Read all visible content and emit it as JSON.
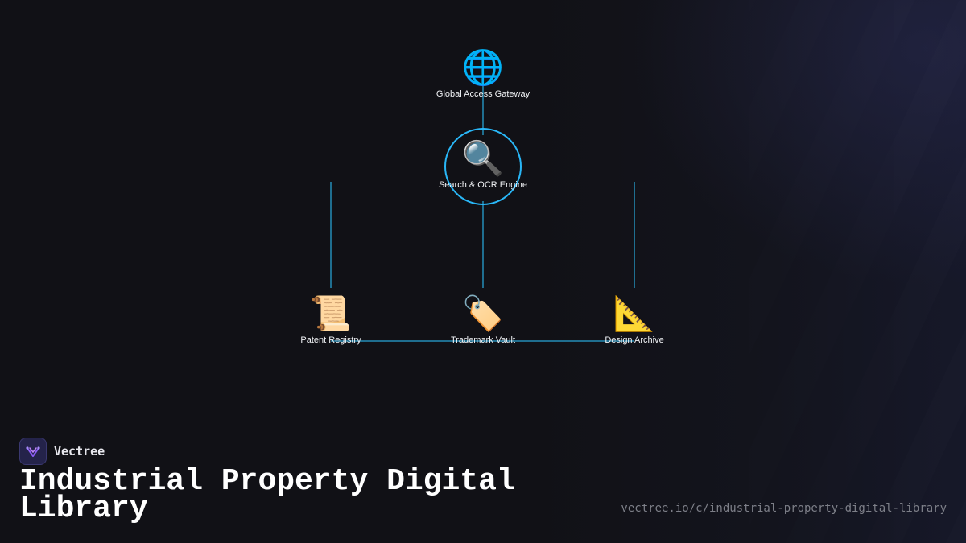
{
  "diagram": {
    "nodes": {
      "gateway": {
        "label": "Global Access Gateway",
        "icon": "🌐",
        "icon_name": "globe-icon"
      },
      "search": {
        "label": "Search & OCR Engine",
        "icon": "🔍",
        "icon_name": "magnifying-glass-icon"
      },
      "patent": {
        "label": "Patent Registry",
        "icon": "📜",
        "icon_name": "scroll-icon"
      },
      "trademark": {
        "label": "Trademark Vault",
        "icon": "🏷️",
        "icon_name": "label-tag-icon"
      },
      "design": {
        "label": "Design Archive",
        "icon": "📐",
        "icon_name": "triangular-ruler-icon"
      }
    },
    "edges": [
      [
        "gateway",
        "search"
      ],
      [
        "search",
        "trademark"
      ],
      [
        "patent",
        "trademark"
      ],
      [
        "trademark",
        "design"
      ]
    ],
    "colors": {
      "connector": "#1f6e8f",
      "highlight_ring": "#29b6f6",
      "background": "#111116"
    }
  },
  "brand": {
    "name": "Vectree",
    "logo_icon": "vectree-logo-icon"
  },
  "title": "Industrial Property Digital Library",
  "url": "vectree.io/c/industrial-property-digital-library"
}
